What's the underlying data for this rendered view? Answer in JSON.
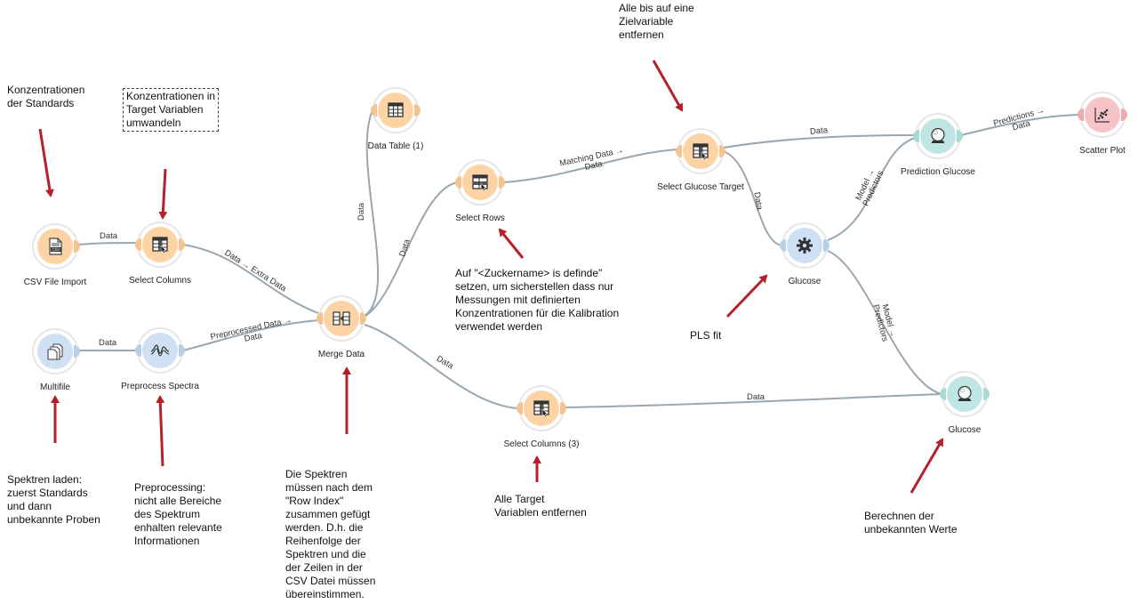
{
  "colors": {
    "edge": "#9aa7b0",
    "arrow": "#b5202b",
    "orange_disc": "#fbd3a4",
    "orange_port": "#f4c48e",
    "blue_disc": "#cfe0f4",
    "blue_port": "#b7cfe8",
    "teal_disc": "#bfe6e4",
    "teal_port": "#a8dad8",
    "pink_disc": "#f6c3c6",
    "pink_port": "#f0a9ad"
  },
  "nodes": [
    {
      "id": "csv",
      "label": "CSV File Import",
      "icon": "csv-file-icon",
      "color": "orange",
      "in": false,
      "out": true
    },
    {
      "id": "selcols",
      "label": "Select Columns",
      "icon": "select-columns-icon",
      "color": "orange",
      "in": true,
      "out": true
    },
    {
      "id": "multifile",
      "label": "Multifile",
      "icon": "multifile-icon",
      "color": "blue",
      "in": false,
      "out": true
    },
    {
      "id": "preproc",
      "label": "Preprocess Spectra",
      "icon": "spectra-icon",
      "color": "blue",
      "in": true,
      "out": true
    },
    {
      "id": "merge",
      "label": "Merge Data",
      "icon": "merge-data-icon",
      "color": "orange",
      "in": true,
      "out": true
    },
    {
      "id": "datatable",
      "label": "Data Table (1)",
      "icon": "table-icon",
      "color": "orange",
      "in": true,
      "out": true
    },
    {
      "id": "selrows",
      "label": "Select Rows",
      "icon": "select-rows-icon",
      "color": "orange",
      "in": true,
      "out": true
    },
    {
      "id": "selcols3",
      "label": "Select Columns (3)",
      "icon": "select-columns-icon",
      "color": "orange",
      "in": true,
      "out": true
    },
    {
      "id": "seltarget",
      "label": "Select Glucose Target",
      "icon": "select-columns-icon",
      "color": "orange",
      "in": true,
      "out": true
    },
    {
      "id": "pls",
      "label": "Glucose",
      "icon": "gear-icon",
      "color": "blue",
      "in": true,
      "out": true
    },
    {
      "id": "predglu",
      "label": "Prediction Glucose",
      "icon": "crystal-ball-icon",
      "color": "teal",
      "in": true,
      "out": true
    },
    {
      "id": "glucose2",
      "label": "Glucose",
      "icon": "crystal-ball-icon",
      "color": "teal",
      "in": true,
      "out": true
    },
    {
      "id": "scatter",
      "label": "Scatter Plot",
      "icon": "scatter-plot-icon",
      "color": "pink",
      "in": true,
      "out": true
    }
  ],
  "edges": [
    {
      "from": "csv",
      "to": "selcols",
      "label": "Data"
    },
    {
      "from": "multifile",
      "to": "preproc",
      "label": "Data"
    },
    {
      "from": "selcols",
      "to": "merge",
      "label": "Data → Extra Data"
    },
    {
      "from": "preproc",
      "to": "merge",
      "label": "Preprocessed Data →\nData"
    },
    {
      "from": "merge",
      "to": "datatable",
      "label": "Data"
    },
    {
      "from": "merge",
      "to": "selrows",
      "label": "Data"
    },
    {
      "from": "merge",
      "to": "selcols3",
      "label": "Data"
    },
    {
      "from": "selrows",
      "to": "seltarget",
      "label": "Matching Data →\nData"
    },
    {
      "from": "seltarget",
      "to": "predglu",
      "label": "Data"
    },
    {
      "from": "seltarget",
      "to": "pls",
      "label": "Data"
    },
    {
      "from": "pls",
      "to": "predglu",
      "label": "Model →\nPredictors"
    },
    {
      "from": "pls",
      "to": "glucose2",
      "label": "Model →\nPredictors"
    },
    {
      "from": "selcols3",
      "to": "glucose2",
      "label": "Data"
    },
    {
      "from": "predglu",
      "to": "scatter",
      "label": "Predictions →\nData"
    }
  ],
  "notes": {
    "konz_standards": "Konzentrationen\nder Standards",
    "konz_target": "Konzentrationen in\nTarget Variablen\numwandeln",
    "zielvariable": "Alle bis auf eine\nZielvariable\nentfernen",
    "zuckername": "Auf \"<Zuckername> is definde\"\nsetzen, um sicherstellen dass nur\nMessungen mit definierten\nKonzentrationen für die Kalibration\nverwendet werden",
    "pls_fit": "PLS fit",
    "spektren_laden": "Spektren laden:\nzuerst Standards\nund dann\nunbekannte Proben",
    "preprocessing": "Preprocessing:\nnicht alle Bereiche\ndes Spektrum\nenhalten relevante\nInformationen",
    "row_index": "Die Spektren\nmüssen nach dem\n\"Row Index\"\nzusammen gefügt\nwerden. D.h. die\nReihenfolge der\nSpektren und die\nder Zeilen in der\nCSV Datei müssen\nübereinstimmen.",
    "target_entfernen": "Alle Target\nVariablen entfernen",
    "berechnen": "Berechnen der\nunbekannten Werte"
  }
}
